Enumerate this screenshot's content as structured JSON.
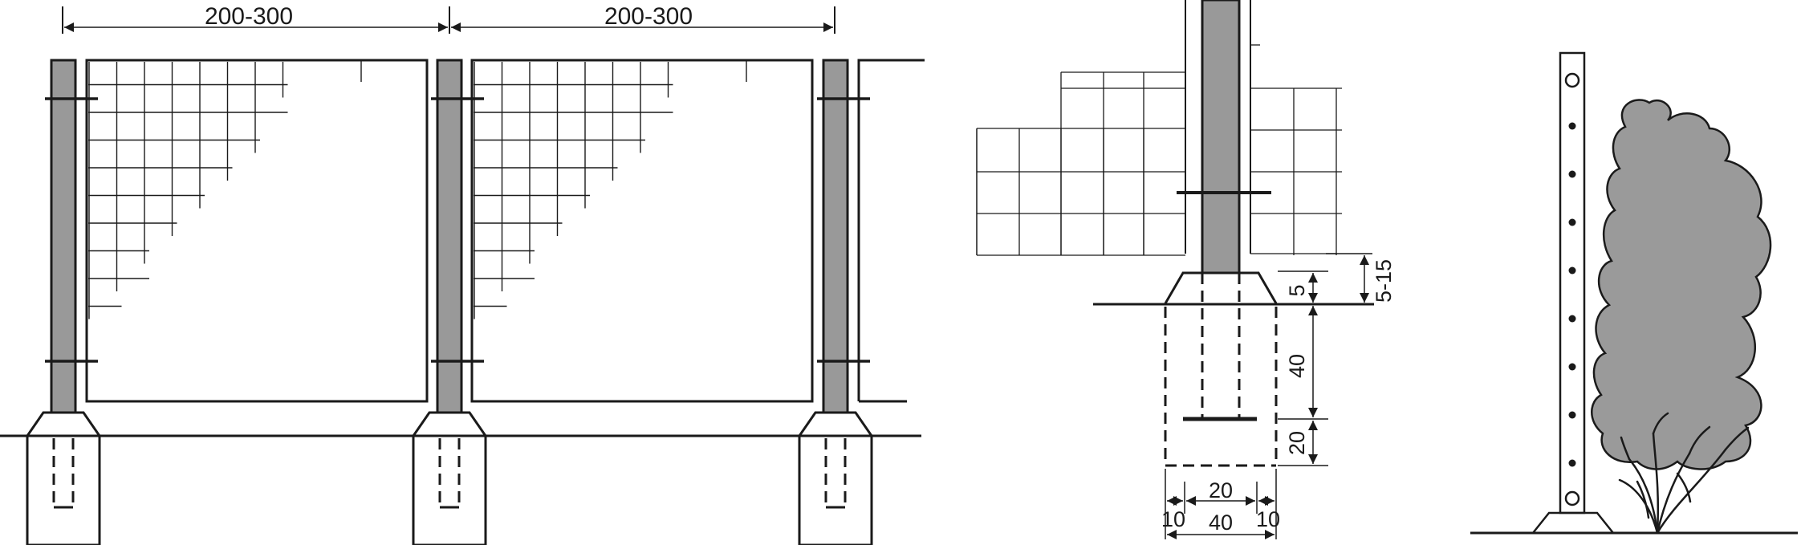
{
  "figure_1": {
    "span_label_left": "200-300",
    "span_label_right": "200-300"
  },
  "figure_2": {
    "dim_above_ground": "5",
    "dim_above_ground_range": "5-15",
    "dim_embed_depth": "40",
    "dim_base_depth": "20",
    "dim_inner_width": "20",
    "dim_offset_left": "10",
    "dim_offset_right": "10",
    "dim_total_width": "40"
  },
  "colors": {
    "post_fill": "#999999",
    "shrub_fill": "#9a9a9a",
    "line": "#1a1a1a"
  }
}
